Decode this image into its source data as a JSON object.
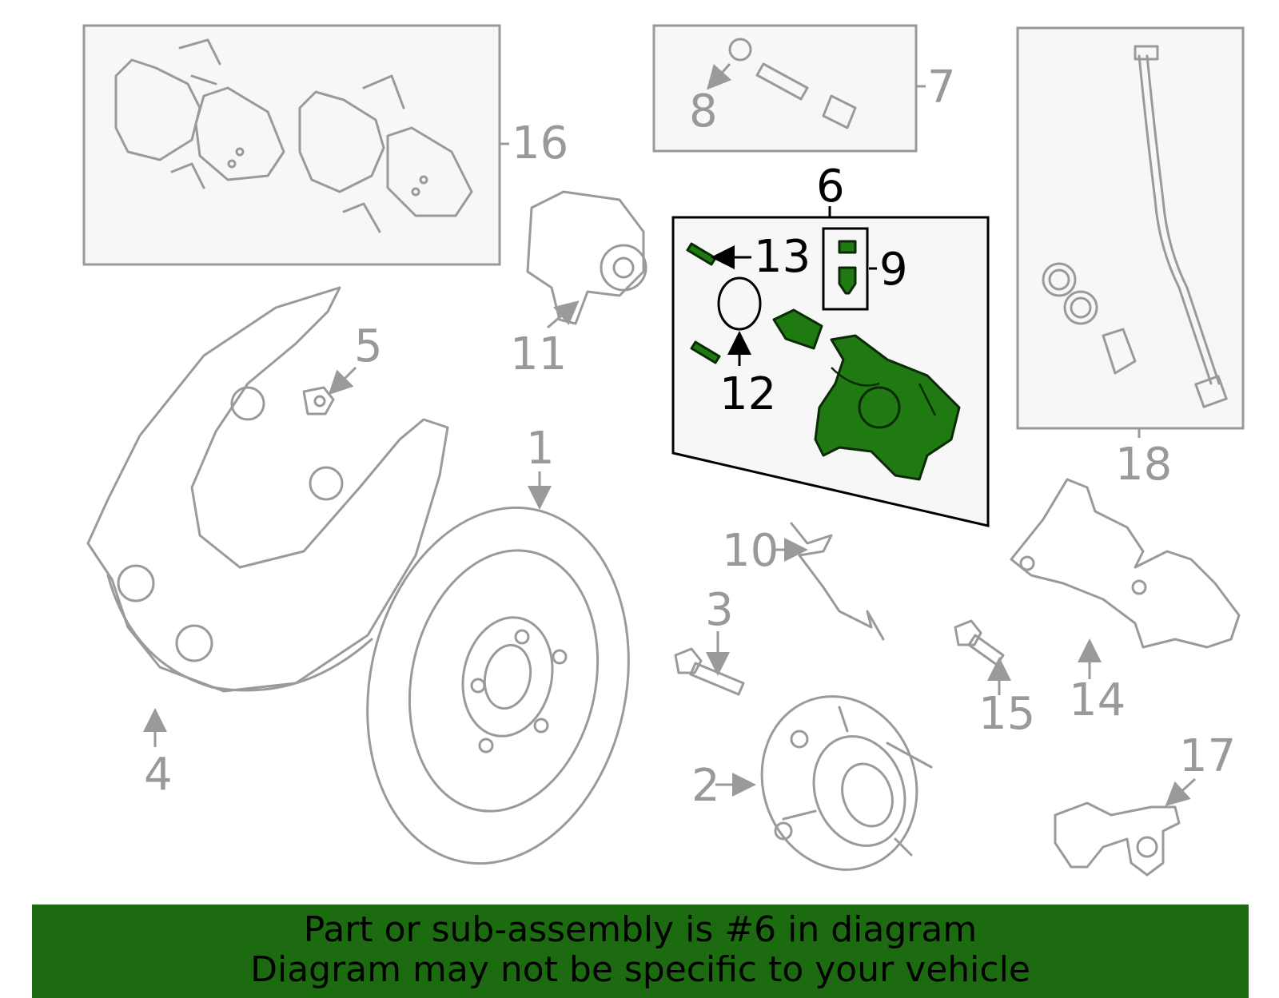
{
  "callouts": {
    "c1": "1",
    "c2": "2",
    "c3": "3",
    "c4": "4",
    "c5": "5",
    "c6": "6",
    "c7": "7",
    "c8": "8",
    "c9": "9",
    "c10": "10",
    "c11": "11",
    "c12": "12",
    "c13": "13",
    "c14": "14",
    "c15": "15",
    "c16": "16",
    "c17": "17",
    "c18": "18"
  },
  "highlighted_part": "6",
  "footer": {
    "line1": "Part or sub-assembly is #6 in diagram",
    "line2": "Diagram may not be specific to your vehicle"
  },
  "colors": {
    "highlight": "#1f7a12",
    "footer_bg": "#1d6b10",
    "part_stroke": "#9a9a9a",
    "box_fill": "#f7f7f7"
  }
}
